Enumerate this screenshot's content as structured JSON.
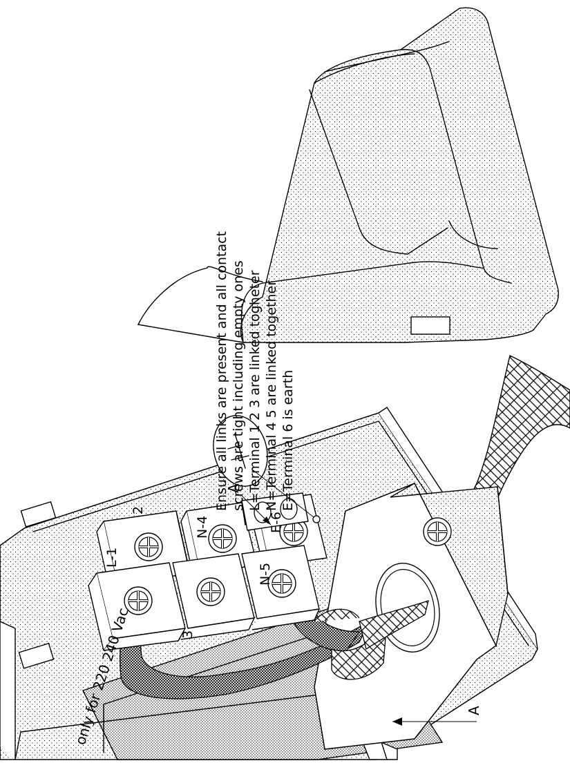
{
  "voltage_label": "only for 220 240 Vac",
  "instructions": [
    "Ensure all links are present and all contact",
    "screws are tight including empty ones",
    "L=Terminal 1 2 3 are linked togheter",
    "N=Terminal 4 5 are linked together",
    "E=Terminal 6 is earth"
  ],
  "terminals": [
    {
      "label": "L",
      "number": "1"
    },
    {
      "label": "L",
      "number": "2"
    },
    {
      "label": "L",
      "number": "3"
    },
    {
      "label": "N",
      "number": "4"
    },
    {
      "label": "N",
      "number": "5"
    },
    {
      "label": "E",
      "number": "6"
    }
  ],
  "callouts": {
    "section_mark_top": "A",
    "section_mark_bottom": "A"
  },
  "icons": {
    "earth_symbol": "earth-ground-icon",
    "screw": "cross-screw-icon"
  }
}
